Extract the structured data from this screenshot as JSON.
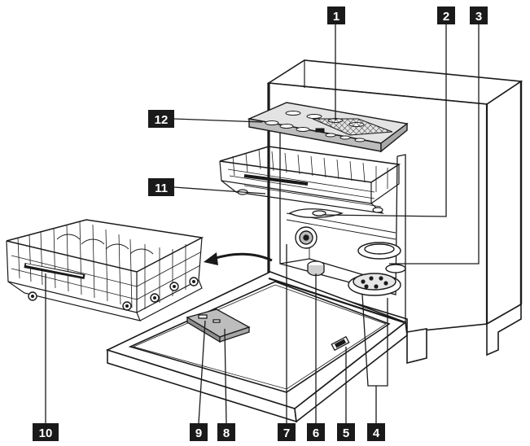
{
  "diagram": {
    "callouts": [
      {
        "id": "1",
        "label": "1"
      },
      {
        "id": "2",
        "label": "2"
      },
      {
        "id": "3",
        "label": "3"
      },
      {
        "id": "4",
        "label": "4"
      },
      {
        "id": "5",
        "label": "5"
      },
      {
        "id": "6",
        "label": "6"
      },
      {
        "id": "7",
        "label": "7"
      },
      {
        "id": "8",
        "label": "8"
      },
      {
        "id": "9",
        "label": "9"
      },
      {
        "id": "10",
        "label": "10"
      },
      {
        "id": "11",
        "label": "11"
      },
      {
        "id": "12",
        "label": "12"
      }
    ],
    "colors": {
      "badge": "#1a1a1a",
      "badge_text": "#ffffff",
      "line": "#1a1a1a",
      "panel": "#d6d6d6",
      "frame": "#ffffff"
    }
  }
}
